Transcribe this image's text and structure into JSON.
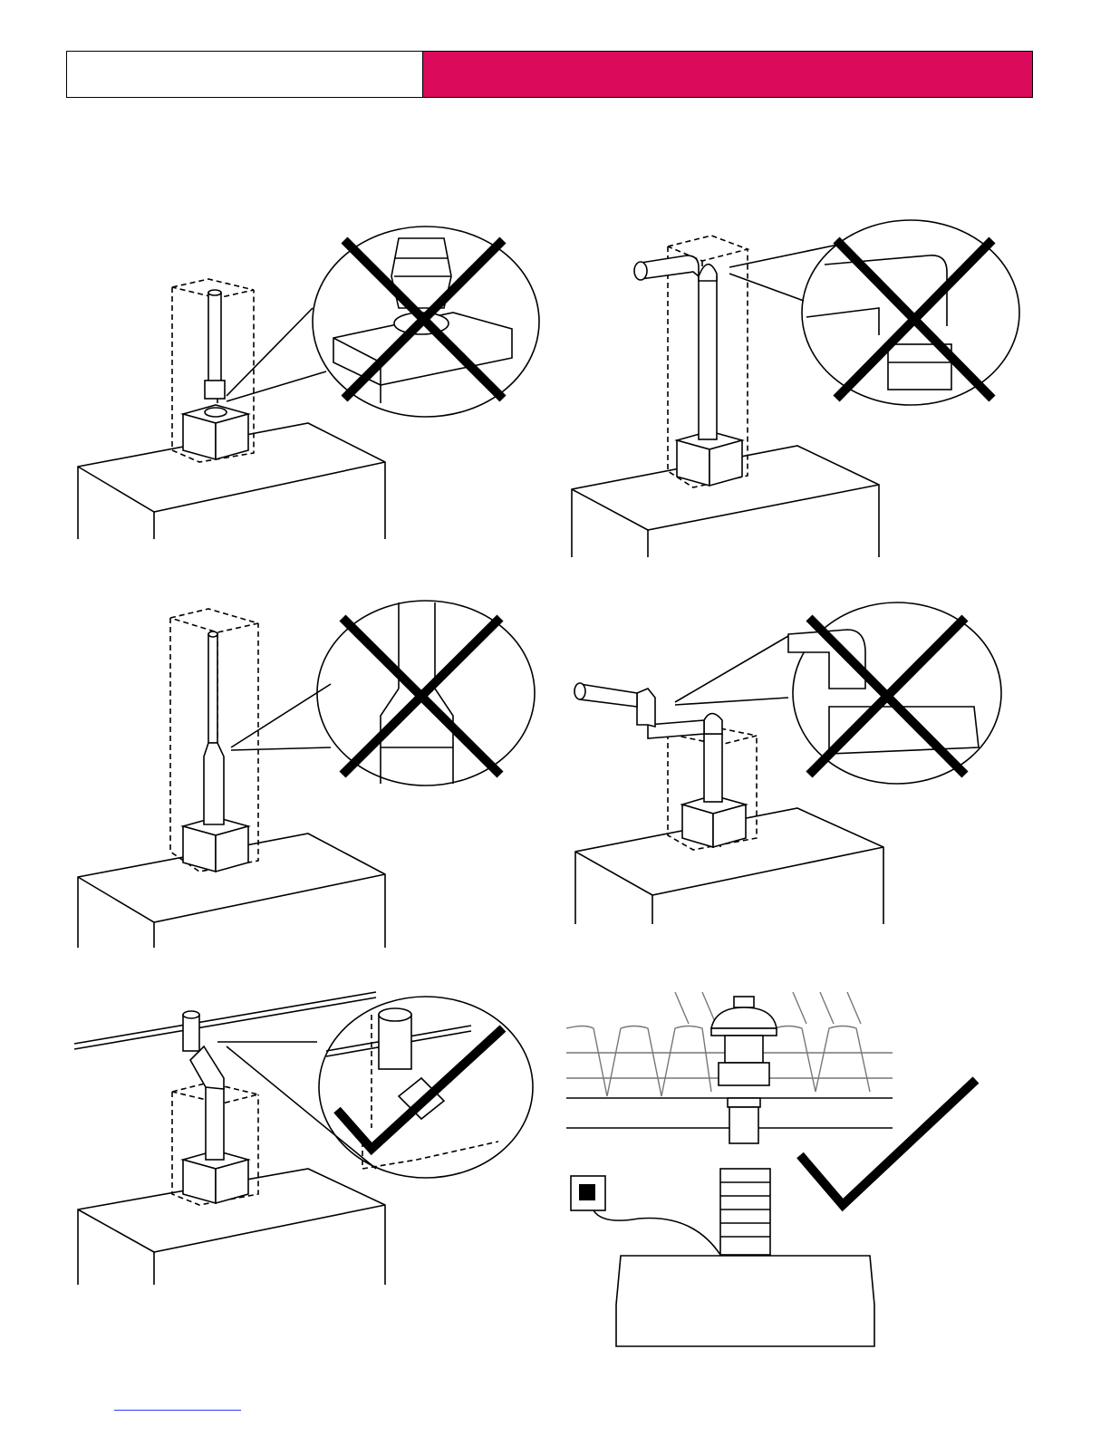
{
  "header": {
    "accent_color": "#dc0a5a",
    "left_color": "#ffffff"
  },
  "figures": [
    {
      "id": "fig-1",
      "verdict": "incorrect",
      "mark_icon": "cross-icon"
    },
    {
      "id": "fig-2",
      "verdict": "incorrect",
      "mark_icon": "cross-icon"
    },
    {
      "id": "fig-3",
      "verdict": "incorrect",
      "mark_icon": "cross-icon"
    },
    {
      "id": "fig-4",
      "verdict": "incorrect",
      "mark_icon": "cross-icon"
    },
    {
      "id": "fig-5",
      "verdict": "correct",
      "mark_icon": "checkmark-icon"
    },
    {
      "id": "fig-6",
      "verdict": "correct",
      "mark_icon": "checkmark-icon"
    }
  ],
  "footer": {
    "link_color": "#2b3cff"
  }
}
